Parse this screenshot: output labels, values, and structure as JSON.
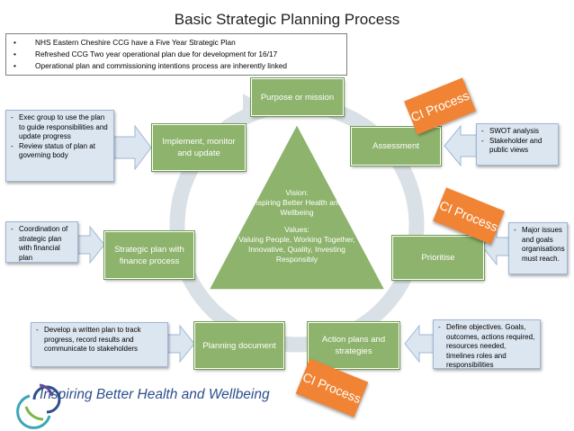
{
  "title": "Basic Strategic Planning Process",
  "header_bullets": [
    "NHS Eastern Cheshire CCG have a Five Year Strategic Plan",
    "Refreshed CCG Two year operational plan due for development for 16/17",
    "Operational plan and commissioning intentions process are inherently linked"
  ],
  "steps": {
    "purpose": "Purpose or mission",
    "assessment": "Assessment",
    "prioritise": "Prioritise",
    "action_plans": "Action plans and strategies",
    "planning_document": "Planning document",
    "strategic_plan": "Strategic plan with finance process",
    "implement": "Implement, monitor and update"
  },
  "center": {
    "vision_heading": "Vision:",
    "vision_text": "Inspiring Better Health and Wellbeing",
    "values_heading": "Values:",
    "values_text": "Valuing People, Working Together, Innovative, Quality, Investing Responsibly"
  },
  "notes": {
    "implement": [
      "Exec group to use the plan to guide responsibilities and update progress",
      "Review status of plan at governing body"
    ],
    "strategic": [
      "Coordination of strategic plan with financial plan"
    ],
    "planning": [
      "Develop a written plan to track progress, record results and communicate to stakeholders"
    ],
    "assessment": [
      "SWOT analysis",
      "Stakeholder and public views"
    ],
    "prioritise": [
      "Major issues and goals organisations must reach."
    ],
    "action": [
      "Define objectives. Goals, outcomes, actions required, resources needed, timelines roles and responsibilities"
    ]
  },
  "ci_label": "CI Process",
  "logo_text": "Inspiring Better Health and Wellbeing",
  "colors": {
    "box_green": "#8db36c",
    "triangle_green": "#8db36c",
    "note_blue": "#dce6f1",
    "ci_orange": "#f08434",
    "arrow_blue": "#dce6f1",
    "ring_grey": "#d9e0e6",
    "logo_blue": "#2d4f8e"
  }
}
